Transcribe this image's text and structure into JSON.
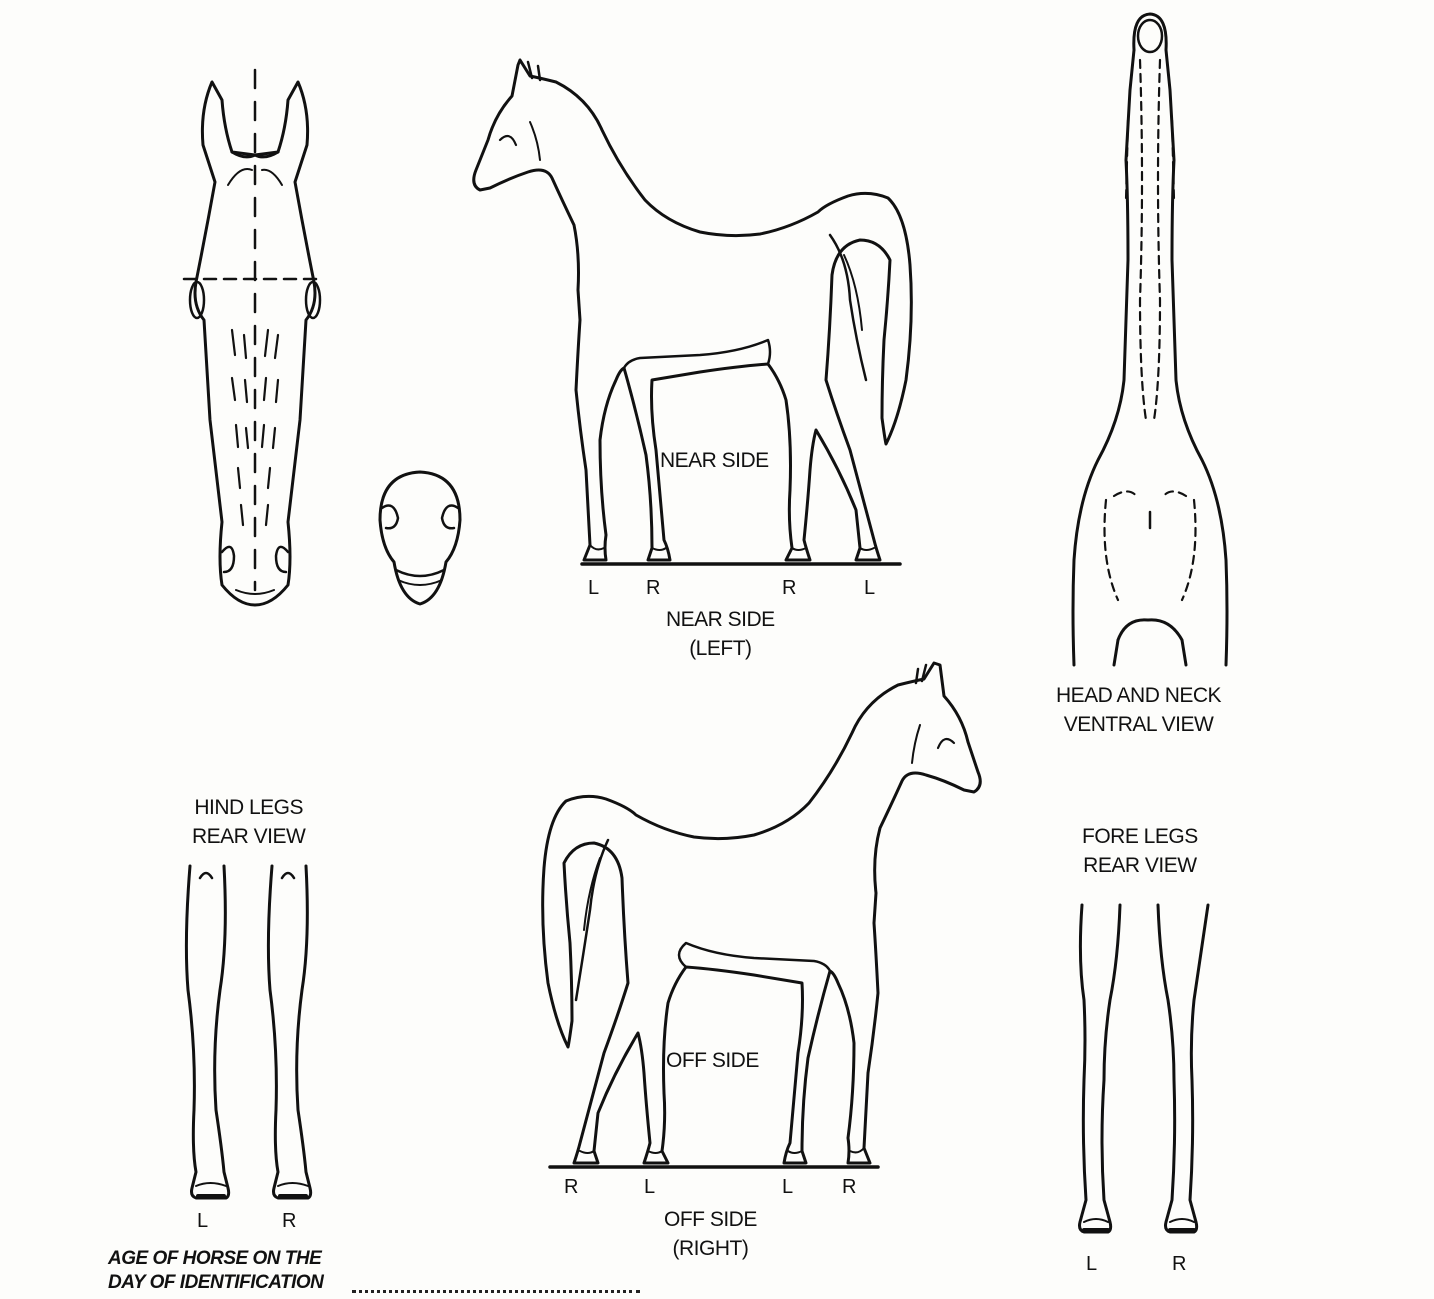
{
  "labels": {
    "near_side_body": "NEAR SIDE",
    "near_side_caption_1": "NEAR SIDE",
    "near_side_caption_2": "(LEFT)",
    "near_legs": [
      "L",
      "R",
      "R",
      "L"
    ],
    "off_side_body": "OFF SIDE",
    "off_side_caption_1": "OFF SIDE",
    "off_side_caption_2": "(RIGHT)",
    "off_legs": [
      "R",
      "L",
      "L",
      "R"
    ],
    "head_neck_1": "HEAD AND NECK",
    "head_neck_2": "VENTRAL VIEW",
    "hind_legs_1": "HIND LEGS",
    "hind_legs_2": "REAR VIEW",
    "hind_legs": [
      "L",
      "R"
    ],
    "fore_legs_1": "FORE LEGS",
    "fore_legs_2": "REAR VIEW",
    "fore_legs": [
      "L",
      "R"
    ],
    "age_line_1": "AGE OF HORSE ON THE",
    "age_line_2": "DAY OF IDENTIFICATION"
  }
}
